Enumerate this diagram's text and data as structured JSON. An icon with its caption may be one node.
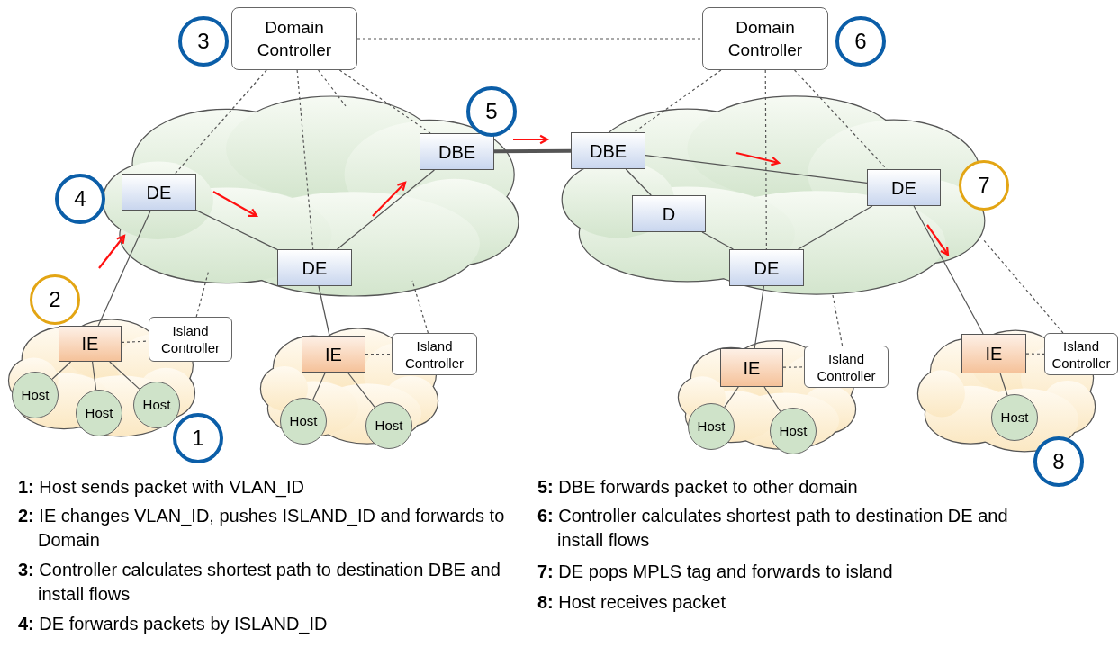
{
  "diagram": {
    "nodes": [
      {
        "text": [
          "Domain Controller"
        ]
      },
      {
        "text": [
          "Domain Controller"
        ]
      },
      {
        "text": [],
        "shape": "cloud"
      },
      {
        "text": [
          "DE"
        ],
        "in": 2
      },
      {
        "text": [
          "DE"
        ],
        "in": 2
      },
      {
        "text": [
          "DBE"
        ],
        "in": 2
      },
      {
        "text": [],
        "shape": "cloud"
      },
      {
        "text": [
          "DBE"
        ],
        "in": 6
      },
      {
        "text": [
          "D"
        ],
        "in": 6
      },
      {
        "text": [
          "DE"
        ],
        "in": 6
      },
      {
        "text": [
          "DE"
        ],
        "in": 6
      },
      {
        "text": [],
        "shape": "cloud"
      },
      {
        "text": [
          "IE"
        ],
        "in": 11
      },
      {
        "text": [
          "Island Controller"
        ]
      },
      {
        "text": [
          "Host"
        ],
        "in": 11
      },
      {
        "text": [
          "Host"
        ],
        "in": 11
      },
      {
        "text": [
          "Host"
        ],
        "in": 11
      },
      {
        "text": [],
        "shape": "cloud"
      },
      {
        "text": [
          "IE"
        ],
        "in": 17
      },
      {
        "text": [
          "Island Controller"
        ]
      },
      {
        "text": [
          "Host"
        ],
        "in": 17
      },
      {
        "text": [
          "Host"
        ],
        "in": 17
      },
      {
        "text": [],
        "shape": "cloud"
      },
      {
        "text": [
          "IE"
        ],
        "in": 22
      },
      {
        "text": [
          "Island Controller"
        ]
      },
      {
        "text": [
          "Host"
        ],
        "in": 22
      },
      {
        "text": [
          "Host"
        ],
        "in": 22
      },
      {
        "text": [],
        "shape": "cloud"
      },
      {
        "text": [
          "IE"
        ],
        "in": 27
      },
      {
        "text": [
          "Island Controller"
        ]
      },
      {
        "text": [
          "Host"
        ],
        "in": 27
      },
      {
        "text": [
          "1"
        ]
      },
      {
        "text": [
          "2"
        ]
      },
      {
        "text": [
          "3"
        ]
      },
      {
        "text": [
          "4"
        ]
      },
      {
        "text": [
          "5"
        ]
      },
      {
        "text": [
          "6"
        ]
      },
      {
        "text": [
          "7"
        ]
      },
      {
        "text": [
          "8"
        ]
      }
    ],
    "edges": [
      {
        "from": 0,
        "to": 1,
        "arrow": "none",
        "style": "dashed"
      },
      {
        "from": 0,
        "to": 3,
        "arrow": "none",
        "style": "dashed"
      },
      {
        "from": 0,
        "to": 4,
        "arrow": "none",
        "style": "dashed"
      },
      {
        "from": 0,
        "to": 2,
        "arrow": "none",
        "style": "dashed"
      },
      {
        "from": 0,
        "to": 5,
        "arrow": "none",
        "style": "dashed"
      },
      {
        "from": 1,
        "to": 7,
        "arrow": "none",
        "style": "dashed"
      },
      {
        "from": 1,
        "to": 10,
        "arrow": "none",
        "style": "dashed"
      },
      {
        "from": 1,
        "to": 9,
        "arrow": "none",
        "style": "dashed"
      },
      {
        "from": 3,
        "to": 4,
        "arrow": "none"
      },
      {
        "from": 4,
        "to": 5,
        "arrow": "none"
      },
      {
        "from": 5,
        "to": 7,
        "arrow": "none",
        "style": "thick"
      },
      {
        "from": 7,
        "to": 9,
        "arrow": "none"
      },
      {
        "from": 7,
        "to": 8,
        "arrow": "none"
      },
      {
        "from": 8,
        "to": 10,
        "arrow": "none"
      },
      {
        "from": 10,
        "to": 9,
        "arrow": "none"
      },
      {
        "from": 3,
        "to": 12,
        "arrow": "none"
      },
      {
        "from": 4,
        "to": 18,
        "arrow": "none"
      },
      {
        "from": 10,
        "to": 23,
        "arrow": "none"
      },
      {
        "from": 9,
        "to": 28,
        "arrow": "none"
      },
      {
        "from": 12,
        "to": 13,
        "arrow": "none",
        "style": "dashed"
      },
      {
        "from": 18,
        "to": 19,
        "arrow": "none",
        "style": "dashed"
      },
      {
        "from": 23,
        "to": 24,
        "arrow": "none",
        "style": "dashed"
      },
      {
        "from": 28,
        "to": 29,
        "arrow": "none",
        "style": "dashed"
      },
      {
        "from": 13,
        "to": 2,
        "arrow": "none",
        "style": "dashed"
      },
      {
        "from": 19,
        "to": 2,
        "arrow": "none",
        "style": "dashed"
      },
      {
        "from": 24,
        "to": 6,
        "arrow": "none",
        "style": "dashed"
      },
      {
        "from": 29,
        "to": 6,
        "arrow": "none",
        "style": "dashed"
      },
      {
        "from": 12,
        "to": 14,
        "arrow": "none"
      },
      {
        "from": 12,
        "to": 15,
        "arrow": "none"
      },
      {
        "from": 12,
        "to": 16,
        "arrow": "none"
      },
      {
        "from": 18,
        "to": 20,
        "arrow": "none"
      },
      {
        "from": 18,
        "to": 21,
        "arrow": "none"
      },
      {
        "from": 23,
        "to": 25,
        "arrow": "none"
      },
      {
        "from": 23,
        "to": 26,
        "arrow": "none"
      },
      {
        "from": 28,
        "to": 30,
        "arrow": "none"
      }
    ],
    "labels": [
      "**1:** Host sends packet with VLAN_ID",
      "**2:** IE changes VLAN_ID, pushes ISLAND_ID and forwards to Domain",
      "**3:** Controller calculates shortest path to destination DBE and install flows",
      "**4:** DE forwards packets by ISLAND_ID",
      "**5:** DBE forwards packet to other domain",
      "**6:** Controller calculates shortest path to destination DE and install flows",
      "**7:** DE pops MPLS tag and forwards to island",
      "**8:** Host receives packet"
    ]
  }
}
